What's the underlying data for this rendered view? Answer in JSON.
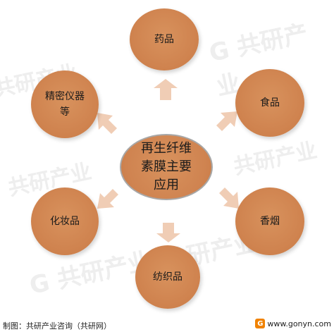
{
  "center": {
    "label": "再生纤维素膜主要应用"
  },
  "applications": [
    {
      "id": "medicine",
      "label": "药品"
    },
    {
      "id": "food",
      "label": "食品"
    },
    {
      "id": "tobacco",
      "label": "香烟"
    },
    {
      "id": "textile",
      "label": "纺织品"
    },
    {
      "id": "cosmetics",
      "label": "化妆品"
    },
    {
      "id": "instruments",
      "label": "精密仪器等"
    }
  ],
  "colors": {
    "node_fill": "#d08450",
    "arrow_fill": "#f0cdb5",
    "center_border": "#a8a8a8"
  },
  "watermark": {
    "text": "共研产业",
    "site": "www.gonyn.com"
  },
  "footer": {
    "source": "制图：共研产业咨询（共研网）",
    "logo_letter": "G",
    "site": "www.gonyn.com"
  }
}
